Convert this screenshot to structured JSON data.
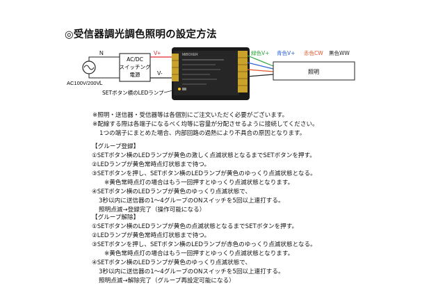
{
  "title": "◎受信器調光調色照明の設定方法",
  "diagram": {
    "n_label": "N",
    "l_label": "L",
    "power_label": "AC100V/200V",
    "psu_lines": [
      "AC/DC",
      "スイッチング",
      "電源"
    ],
    "v_plus": "V+",
    "v_minus": "V-",
    "set_label": "SETボタン横のLEDランプ",
    "wire_labels": {
      "green": "緑色V+",
      "blue": "青色V+",
      "orange": "赤色CW",
      "black": "黒色WW"
    },
    "light_label": "照明",
    "device_brand": "MiBOXER",
    "colors": {
      "red": "#e0262a",
      "green": "#2aa63a",
      "blue": "#2a5fd8",
      "orange": "#e0552a",
      "terminal": "#c9a22b",
      "device": "#1a1a1a"
    }
  },
  "notes": [
    "※照明・送信器・受信器等は各個別にご注文いただく必要がございます。",
    "※配線する際は各端子になるべく均等に容量が分配させるように接続してください。",
    "1つの端子にまとめた場合、内部回路の過熱により不具合の原因となります。"
  ],
  "group_register": {
    "heading": "【グループ登録】",
    "steps": [
      "①SETボタン横のLEDランプが黄色の激しく点滅状態となるまでSETボタンを押す。",
      "②LEDランプが黄色常時点灯状態まで待つ。",
      "③SETボタンを押し、SETボタン横のLEDランプが黄色のゆっくり点滅状態となる。",
      "※黄色常時点灯の場合はもう一回押すとゆっくり点滅状態となります。",
      "④SETボタン横のLEDランプが黄色のゆっくり点滅状態で、",
      "3秒以内に送信器の1～4グループのONスイッチを5回以上連打する。",
      "照明点滅→登録完了（操作可能になる）"
    ]
  },
  "group_release": {
    "heading": "【グループ解除】",
    "steps": [
      "①SETボタン横のLEDランプが黄色の点滅状態となるまでSETボタンを押す。",
      "②LEDランプが黄色常時点灯状態まで待つ。",
      "③SETボタンを押し、SETボタン横のLEDランプが赤色のゆっくり点滅状態となる。",
      "※黄色常時点灯の場合はもう一回押すとゆっくり点滅状態となります。",
      "④SETボタン横のLEDランプが黄色のゆっくり点滅状態で、",
      "3秒以内に送信器の1～4グループのONスイッチを5回以上連打する。",
      "照明点滅→解除完了（グループ再設定可能になる）"
    ]
  }
}
